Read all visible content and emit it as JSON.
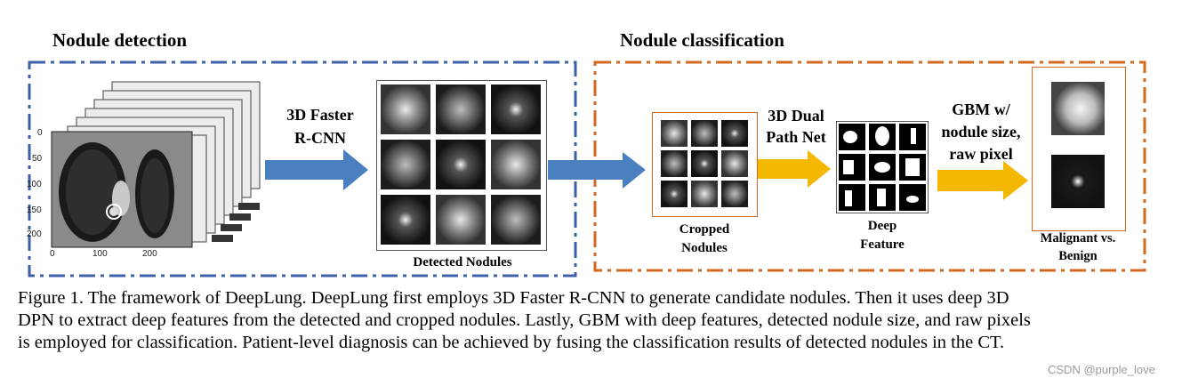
{
  "figure": {
    "detection_title": "Nodule detection",
    "classification_title": "Nodule classification",
    "ct_ticks_y": [
      "0",
      "50",
      "100",
      "150",
      "200"
    ],
    "ct_ticks_x": [
      "0",
      "100",
      "200"
    ],
    "step1_label": [
      "3D Faster",
      "R-CNN"
    ],
    "detected_label": "Detected Nodules",
    "cropped_label": [
      "Cropped",
      "Nodules"
    ],
    "step2_label": [
      "3D Dual",
      "Path Net"
    ],
    "deep_label": [
      "Deep",
      "Feature"
    ],
    "step3_label": [
      "GBM w/",
      "nodule size,",
      "raw pixel"
    ],
    "result_label": [
      "Malignant vs.",
      "Benign"
    ],
    "colors": {
      "blue_box": "#3c5fa8",
      "orange_box": "#d2691e",
      "blue_arrow": "#4a7fc0",
      "yellow_arrow": "#f5b800"
    }
  },
  "caption": {
    "lines": [
      "Figure 1. The framework of DeepLung. DeepLung first employs 3D Faster R-CNN to generate candidate nodules. Then it uses deep 3D",
      "DPN to extract deep features from the detected and cropped nodules. Lastly, GBM with deep features, detected nodule size, and raw pixels",
      "is employed for classification. Patient-level diagnosis can be achieved by fusing the classification results of detected nodules in the CT."
    ]
  },
  "watermark": "CSDN @purple_love"
}
